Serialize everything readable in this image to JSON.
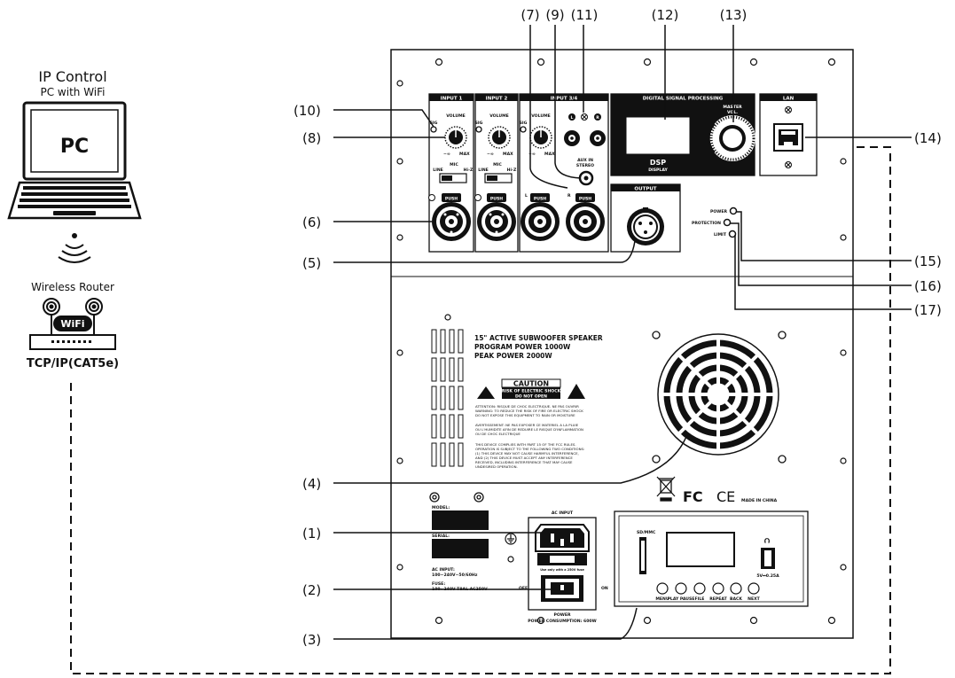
{
  "left": {
    "ip_control": "IP Control",
    "pc_with_wifi": "PC with WiFi",
    "pc_label": "PC",
    "wireless_router": "Wireless Router",
    "wifi_badge": "WiFi",
    "tcp": "TCP/IP(CAT5e)"
  },
  "callouts": {
    "c1": "(1)",
    "c2": "(2)",
    "c3": "(3)",
    "c4": "(4)",
    "c5": "(5)",
    "c6": "(6)",
    "c7": "(7)",
    "c8": "(8)",
    "c9": "(9)",
    "c10": "(10)",
    "c11": "(11)",
    "c12": "(12)",
    "c13": "(13)",
    "c14": "(14)",
    "c15": "(15)",
    "c16": "(16)",
    "c17": "(17)"
  },
  "panel": {
    "input1": "INPUT 1",
    "input2": "INPUT 2",
    "input34": "INPUT 3/4",
    "dsp_header": "DIGITAL SIGNAL PROCESSING",
    "lan": "LAN",
    "volume": "VOLUME",
    "sig": "SIG",
    "min": "−∞",
    "max": "MAX",
    "mic": "MIC",
    "line": "LINE",
    "hiz": "Hi-Z",
    "push": "PUSH",
    "l": "L",
    "r": "R",
    "aux_in": "AUX IN",
    "stereo": "STEREO",
    "output": "OUTPUT",
    "dsp": "DSP",
    "display": "DISPLAY",
    "master": "MASTER",
    "vol": "VOL.",
    "power": "POWER",
    "protection": "PROTECTION",
    "limit": "LIMIT"
  },
  "info": {
    "line1": "15\" ACTIVE SUBWOOFER SPEAKER",
    "line2": "PROGRAM POWER 1000W",
    "line3": "PEAK POWER 2000W",
    "caution": "CAUTION",
    "caution_sub1": "RISK OF ELECTRIC SHOCK",
    "caution_sub2": "DO NOT OPEN",
    "warn1": "ATTENTION: RISQUE DE CHOC ELECTRIQUE. NE PAS OUVRIR",
    "warn2": "WARNING: TO REDUCE THE RISK OF FIRE OR ELECTRIC SHOCK",
    "warn3": "DO NOT EXPOSE THIS EQUIPMENT TO RAIN OR MOISTURE",
    "warn4": "AVERTISSEMENT: NE PAS EXPOSER CE MATERIEL A LA PLUIE",
    "warn5": "OU L'HUMIDITE AFIN DE REDUIRE LE RISQUE D'INFLAMMATION",
    "warn6": "OU DE CHOC ELECTRIQUE",
    "fcc1": "THIS DEVICE COMPLIES WITH PART 15 OF THE FCC RULES.",
    "fcc2": "OPERATION IS SUBJECT TO THE FOLLOWING TWO CONDITIONS:",
    "fcc3": "(1) THIS DEVICE MAY NOT CAUSE HARMFUL INTERFERENCE,",
    "fcc4": "AND (2) THIS DEVICE MUST ACCEPT ANY INTERFERENCE",
    "fcc5": "RECEIVED, INCLUDING INTERFERENCE THAT MAY CAUSE",
    "fcc6": "UNDESIRED OPERATION.",
    "fc": "FC",
    "ce": "CE",
    "made_in": "MADE IN CHINA",
    "model": "MODEL:",
    "serial": "SERIAL:",
    "ac_input_label": "AC INPUT:",
    "ac_input_value": "100~240V~50/60Hz",
    "fuse_label": "FUSE:",
    "fuse_value": "100~240V T8AL AC250V",
    "ac_input_header": "AC INPUT",
    "fuse_note": "Use only with a 250V fuse",
    "off": "OFF",
    "on": "ON",
    "power": "POWER",
    "power_consumption": "POWER CONSUMPTION: 600W"
  },
  "media": {
    "sdmmc": "SD/MMC",
    "usb_rating": "5V⎓0.25A",
    "buttons": [
      "MENU",
      "PLAY PAUSE",
      "FILE",
      "REPEAT",
      "BACK",
      "NEXT"
    ]
  }
}
